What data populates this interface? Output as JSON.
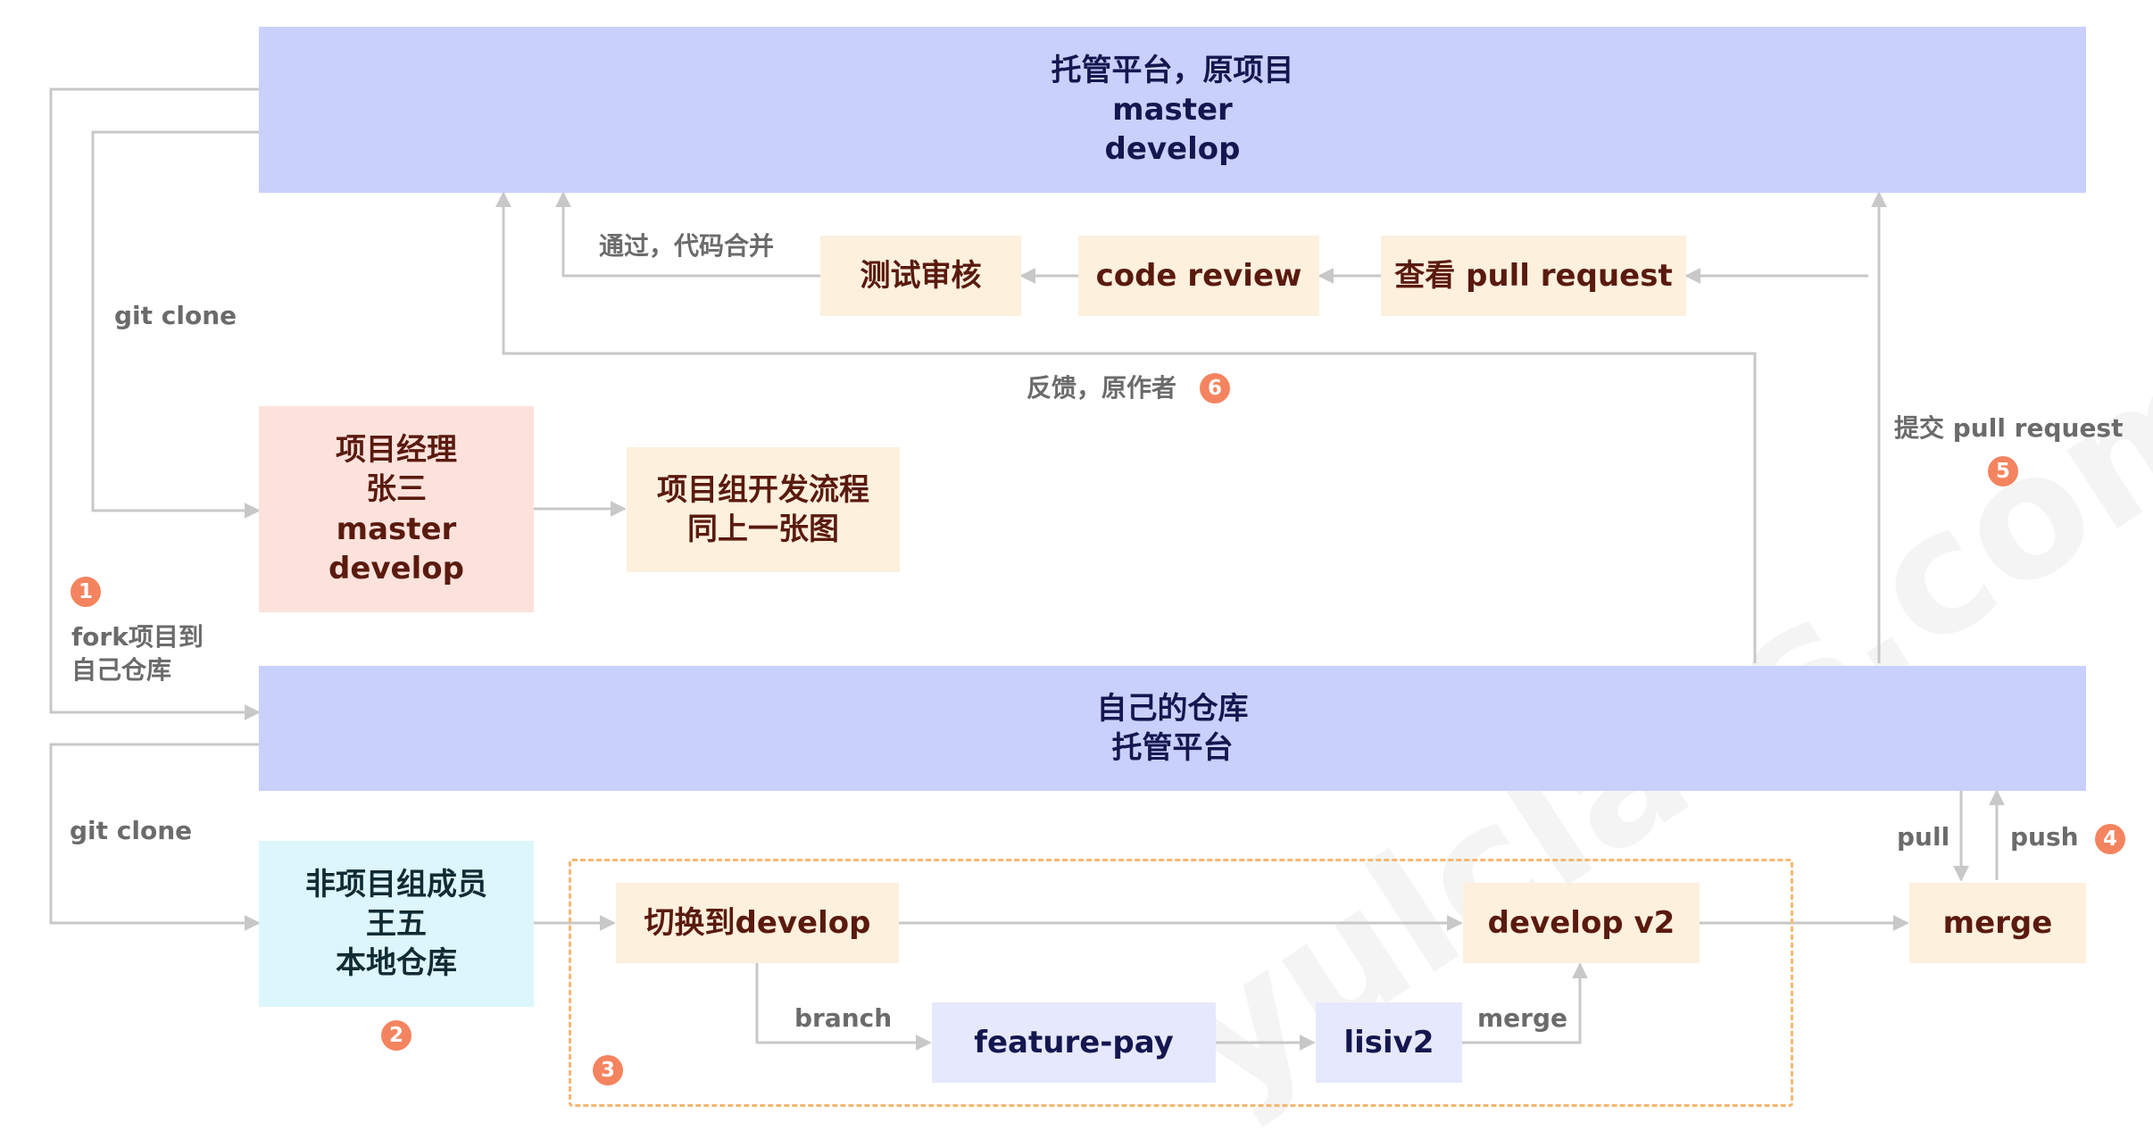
{
  "watermark": "yulclass.com",
  "nodes": {
    "origin": {
      "lines": [
        "托管平台，原项目",
        "master",
        "develop"
      ]
    },
    "review_test": {
      "lines": [
        "测试审核"
      ]
    },
    "code_review": {
      "lines": [
        "code review"
      ]
    },
    "view_pr": {
      "lines": [
        "查看 pull request"
      ]
    },
    "manager": {
      "lines": [
        "项目经理",
        "张三",
        "master",
        "develop"
      ]
    },
    "team_flow": {
      "lines": [
        "项目组开发流程",
        "同上一张图"
      ]
    },
    "own_repo": {
      "lines": [
        "自己的仓库",
        "托管平台"
      ]
    },
    "member": {
      "lines": [
        "非项目组成员",
        "王五",
        "本地仓库"
      ]
    },
    "switch_dev": {
      "lines": [
        "切换到develop"
      ]
    },
    "develop_v2": {
      "lines": [
        "develop v2"
      ]
    },
    "merge_box": {
      "lines": [
        "merge"
      ]
    },
    "feature_pay": {
      "lines": [
        "feature-pay"
      ]
    },
    "lisiv2": {
      "lines": [
        "lisiv2"
      ]
    }
  },
  "labels": {
    "git_clone_top": "git clone",
    "pass_merge": "通过，代码合并",
    "feedback": "反馈，原作者",
    "submit_pr": "提交 pull request",
    "fork_line1": "fork项目到",
    "fork_line2": "自己仓库",
    "git_clone_bottom": "git clone",
    "pull": "pull",
    "push": "push",
    "branch": "branch",
    "merge_edge": "merge"
  },
  "badges": {
    "b1": "1",
    "b2": "2",
    "b3": "3",
    "b4": "4",
    "b5": "5",
    "b6": "6"
  },
  "colors": {
    "platform_box": "#c9d0fb",
    "step_box": "#fdf0dd",
    "manager_box": "#fde2dc",
    "member_box": "#dcf6fb",
    "branch_box": "#e6e8fd",
    "badge": "#f4845f",
    "connector": "#c8c8c8",
    "group_border": "#f5b872"
  }
}
